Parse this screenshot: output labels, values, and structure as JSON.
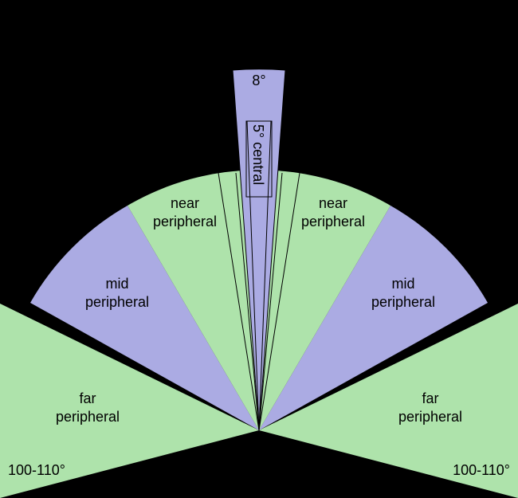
{
  "colors": {
    "background": "#000000",
    "green_region": "#aee3ab",
    "purple_region": "#ababe3",
    "outline": "#000000"
  },
  "regions": {
    "top": {
      "label": "8°"
    },
    "central": {
      "label": "5° central"
    },
    "near_left": {
      "line1": "near",
      "line2": "peripheral"
    },
    "near_right": {
      "line1": "near",
      "line2": "peripheral"
    },
    "mid_left": {
      "line1": "mid",
      "line2": "peripheral"
    },
    "mid_right": {
      "line1": "mid",
      "line2": "peripheral"
    },
    "far_left": {
      "line1": "far",
      "line2": "peripheral",
      "range": "100-110°"
    },
    "far_right": {
      "line1": "far",
      "line2": "peripheral",
      "range": "100-110°"
    }
  }
}
